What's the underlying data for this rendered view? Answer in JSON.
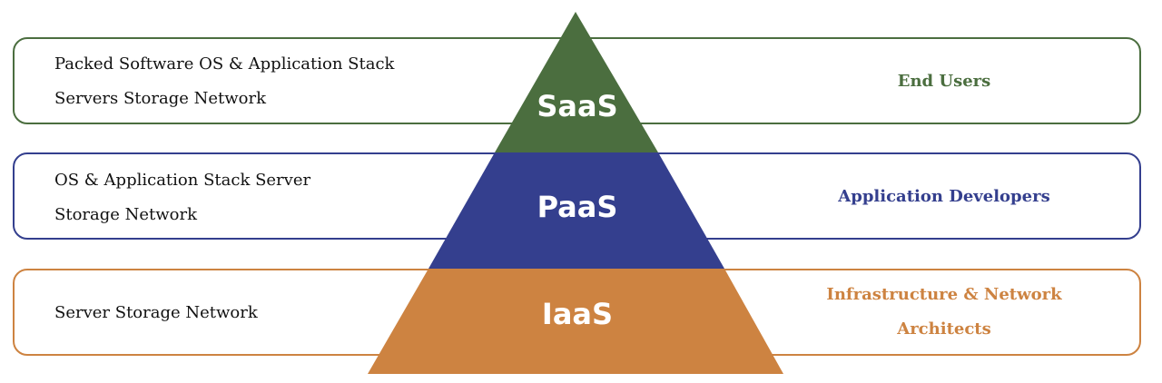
{
  "colors": {
    "saas": "#4b6e3f",
    "paas": "#343f8e",
    "iaas": "#cd8341"
  },
  "tiers": [
    {
      "id": "saas",
      "pyramid_label": "SaaS",
      "left_lines": [
        "Packed Software OS & Application Stack",
        "Servers Storage Network"
      ],
      "right_lines": [
        "End Users"
      ]
    },
    {
      "id": "paas",
      "pyramid_label": "PaaS",
      "left_lines": [
        "OS & Application Stack Server",
        "Storage Network"
      ],
      "right_lines": [
        "Application Developers"
      ]
    },
    {
      "id": "iaas",
      "pyramid_label": "IaaS",
      "left_lines": [
        "Server Storage Network"
      ],
      "right_lines": [
        "Infrastructure & Network",
        "Architects"
      ]
    }
  ]
}
